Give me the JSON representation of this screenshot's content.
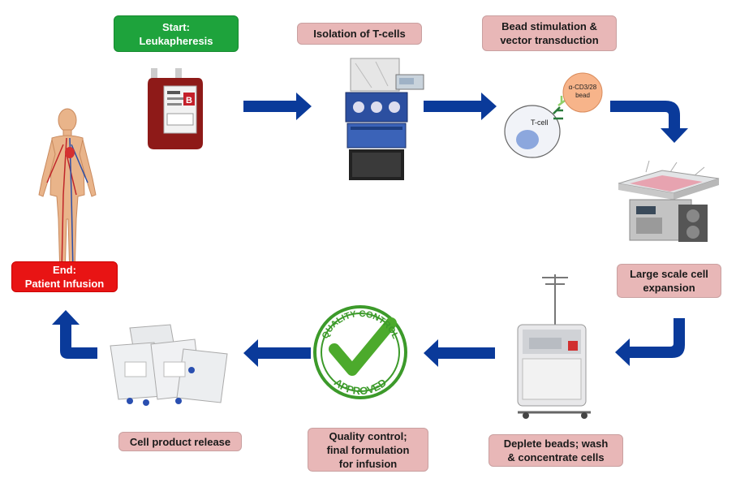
{
  "steps": {
    "start": {
      "line1": "Start:",
      "line2": "Leukapheresis"
    },
    "isolation": {
      "label": "Isolation of T-cells"
    },
    "bead": {
      "line1": "Bead stimulation &",
      "line2": "vector transduction"
    },
    "expansion": {
      "line1": "Large scale cell",
      "line2": "expansion"
    },
    "deplete": {
      "line1": "Deplete beads; wash",
      "line2": "& concentrate cells"
    },
    "qc": {
      "line1": "Quality control;",
      "line2": "final formulation",
      "line3": "for infusion"
    },
    "release": {
      "label": "Cell product  release"
    },
    "end": {
      "line1": "End:",
      "line2": "Patient Infusion"
    }
  },
  "illustrations": {
    "tcell_label": "T-cell",
    "bead_label1": "α-CD3/28",
    "bead_label2": "bead",
    "stamp_top": "QUALITY CONTROL",
    "stamp_bottom": "APPROVED",
    "blood_bag_letter": "B"
  },
  "colors": {
    "arrow": "#0a3a9a",
    "step_box": "#e8b7b7",
    "start_box": "#1ea33c",
    "end_box": "#e81414",
    "stamp_green": "#3c9a2a"
  }
}
